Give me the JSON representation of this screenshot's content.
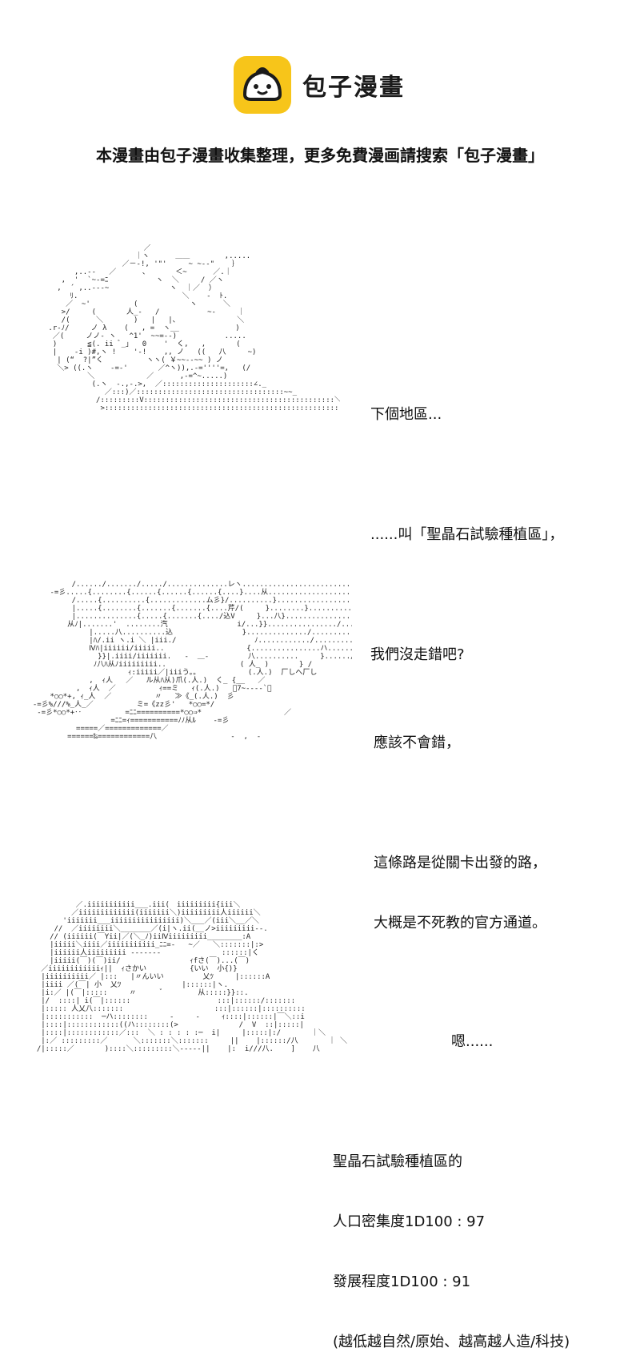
{
  "header": {
    "brand_name": "包子漫畫",
    "logo_icon": "steamed-bun-icon",
    "accent_color": "#f7c51a",
    "notice": "本漫畫由包子漫畫收集整理，更多免費漫画請搜索「包子漫畫」"
  },
  "panels": [
    {
      "lines": [
        "下個地區...",
        "",
        "......叫「聖晶石試驗種植區」，",
        "",
        "我們沒走錯吧?"
      ]
    },
    {
      "lines": [
        "應該不會錯，",
        "",
        "這條路是從關卡出發的路，",
        "大概是不死教的官方通道。"
      ]
    },
    {
      "lines": [
        "嗯......",
        "",
        "聖晶石試驗種植區的",
        "人口密集度1D100 : 97",
        "發展程度1D100 : 91",
        "(越低越自然/原始、越高越人造/科技)"
      ]
    }
  ]
}
